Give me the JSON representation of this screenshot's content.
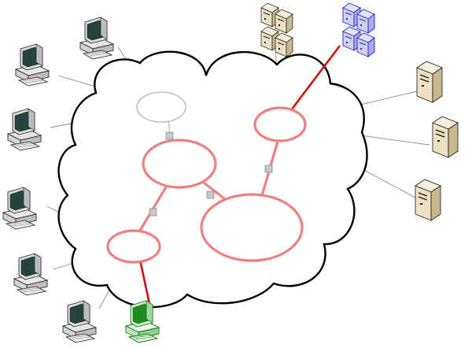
{
  "colors": {
    "background": "#ffffff",
    "cloud_outline": "#000000",
    "ring_link": "#f08080",
    "active_link": "#d01010",
    "thin_link": "#8a8a8a",
    "connector": "#c8c8c8",
    "inactive_router": "#b5b5b5",
    "computer_body": "#d9d9d9",
    "computer_screen": "#2b4a44",
    "server_body": "#efe5cb",
    "blue_server": "#2b2bc9",
    "green_computer": "#1e8d1e"
  },
  "icons": {
    "cloud": "network-cloud-icon",
    "desktop": "desktop-computer-icon",
    "server": "tower-server-icon",
    "server_rack": "server-rack-icon",
    "router": "router-ellipse-icon",
    "connector": "link-connector-icon"
  },
  "nodes": {
    "routers": [
      {
        "id": "router-top-left",
        "state": "inactive"
      },
      {
        "id": "router-top-right",
        "state": "active"
      },
      {
        "id": "router-center",
        "state": "active"
      },
      {
        "id": "router-large",
        "state": "active"
      },
      {
        "id": "router-bottom-left",
        "state": "active"
      }
    ],
    "desktop_computers": 6,
    "highlighted_computer": "green",
    "server_racks": 2,
    "highlighted_server_rack": "blue",
    "tower_servers": 3
  }
}
